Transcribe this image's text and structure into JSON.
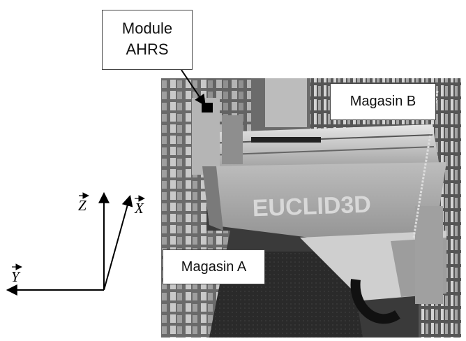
{
  "labels": {
    "module_line1": "Module",
    "module_line2": "AHRS",
    "magasin_b": "Magasin B",
    "magasin_a": "Magasin A",
    "logo_text": "EUCLID3D"
  },
  "axes": {
    "z": "Z",
    "x": "X",
    "y": "Y"
  },
  "colors": {
    "frame": "#3a3a3a",
    "robot_body": "#a9a9a9",
    "background": "#ffffff"
  }
}
